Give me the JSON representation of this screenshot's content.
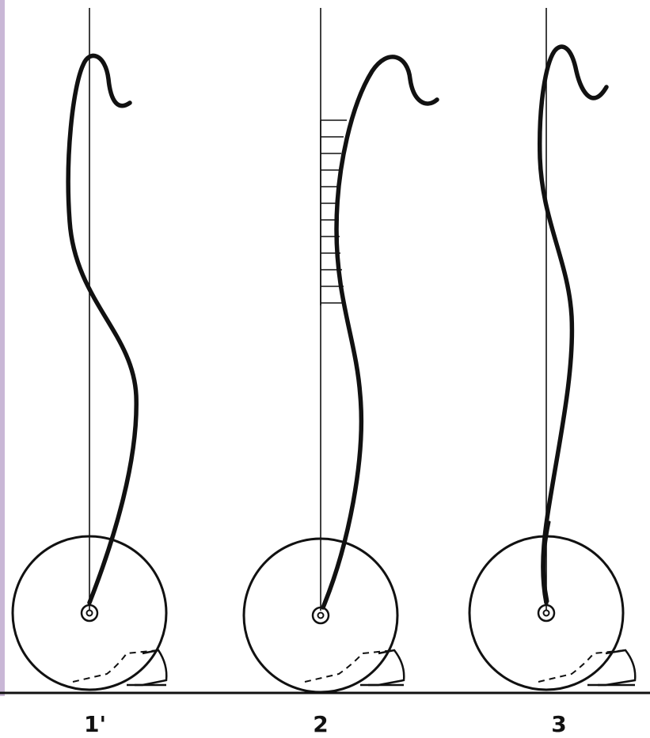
{
  "figure": {
    "panels": [
      {
        "label": "1'"
      },
      {
        "label": "2"
      },
      {
        "label": "3"
      }
    ]
  },
  "colors": {
    "ink": "#111111",
    "background": "#ffffff",
    "left_border": "#c9b7d6"
  }
}
